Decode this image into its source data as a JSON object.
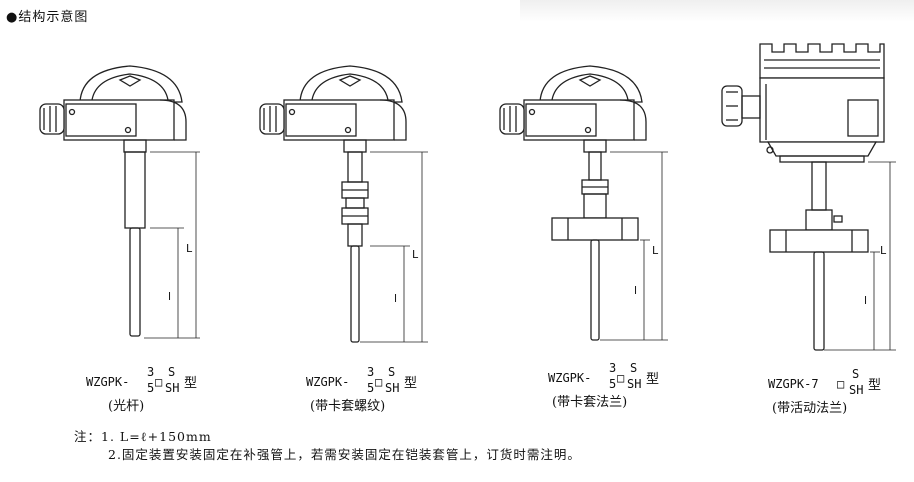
{
  "header": {
    "title": "●结构示意图"
  },
  "diagrams": [
    {
      "prefix": "WZGPK-",
      "sup": "3",
      "sub": "5",
      "box": "□",
      "s_top": "S",
      "s_bot": "SH",
      "suffix": "型",
      "type": "(光杆)"
    },
    {
      "prefix": "WZGPK-",
      "sup": "3",
      "sub": "5",
      "box": "□",
      "s_top": "S",
      "s_bot": "SH",
      "suffix": "型",
      "type": "(带卡套螺纹)"
    },
    {
      "prefix": "WZGPK-",
      "sup": "3",
      "sub": "5",
      "box": "□",
      "s_top": "S",
      "s_bot": "SH",
      "suffix": "型",
      "type": "(带卡套法兰)"
    },
    {
      "prefix": "WZGPK-7",
      "sup": "",
      "sub": "",
      "box": "□",
      "s_top": "S",
      "s_bot": "SH",
      "suffix": "型",
      "type": "(带活动法兰)"
    }
  ],
  "dimension_labels": {
    "L": "L",
    "l": "l"
  },
  "notes": {
    "line1": "注：1. L=ℓ+150mm",
    "line2": "2.固定装置安装固定在补强管上，若需安装固定在铠装套管上，订货时需注明。"
  }
}
